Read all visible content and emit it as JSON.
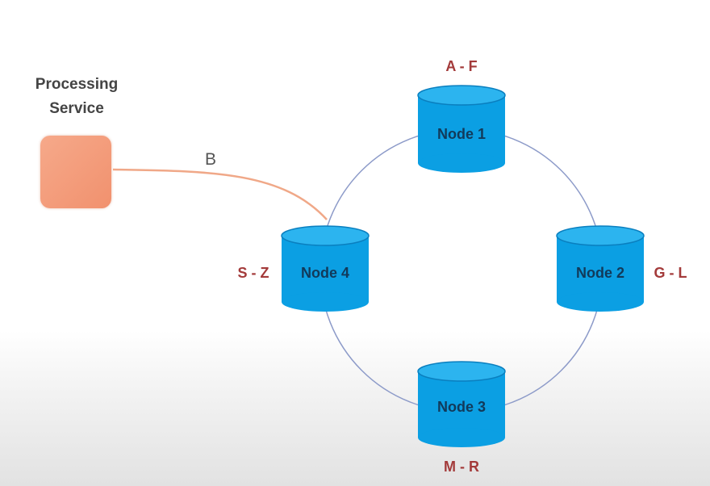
{
  "processing_service": {
    "label": "Processing\nService",
    "line1": "Processing",
    "line2": "Service"
  },
  "connection_label": "B",
  "nodes": [
    {
      "id": "node1",
      "label": "Node 1",
      "range": "A - F"
    },
    {
      "id": "node2",
      "label": "Node 2",
      "range": "G - L"
    },
    {
      "id": "node3",
      "label": "Node 3",
      "range": "M - R"
    },
    {
      "id": "node4",
      "label": "Node 4",
      "range": "S - Z"
    }
  ],
  "colors": {
    "node_fill": "#0b9fe3",
    "node_top": "#2cb4ef",
    "node_outline": "#0a7fbf",
    "ring": "#8d9bc9",
    "connector": "#f0a888",
    "range_text": "#a33a3a"
  }
}
